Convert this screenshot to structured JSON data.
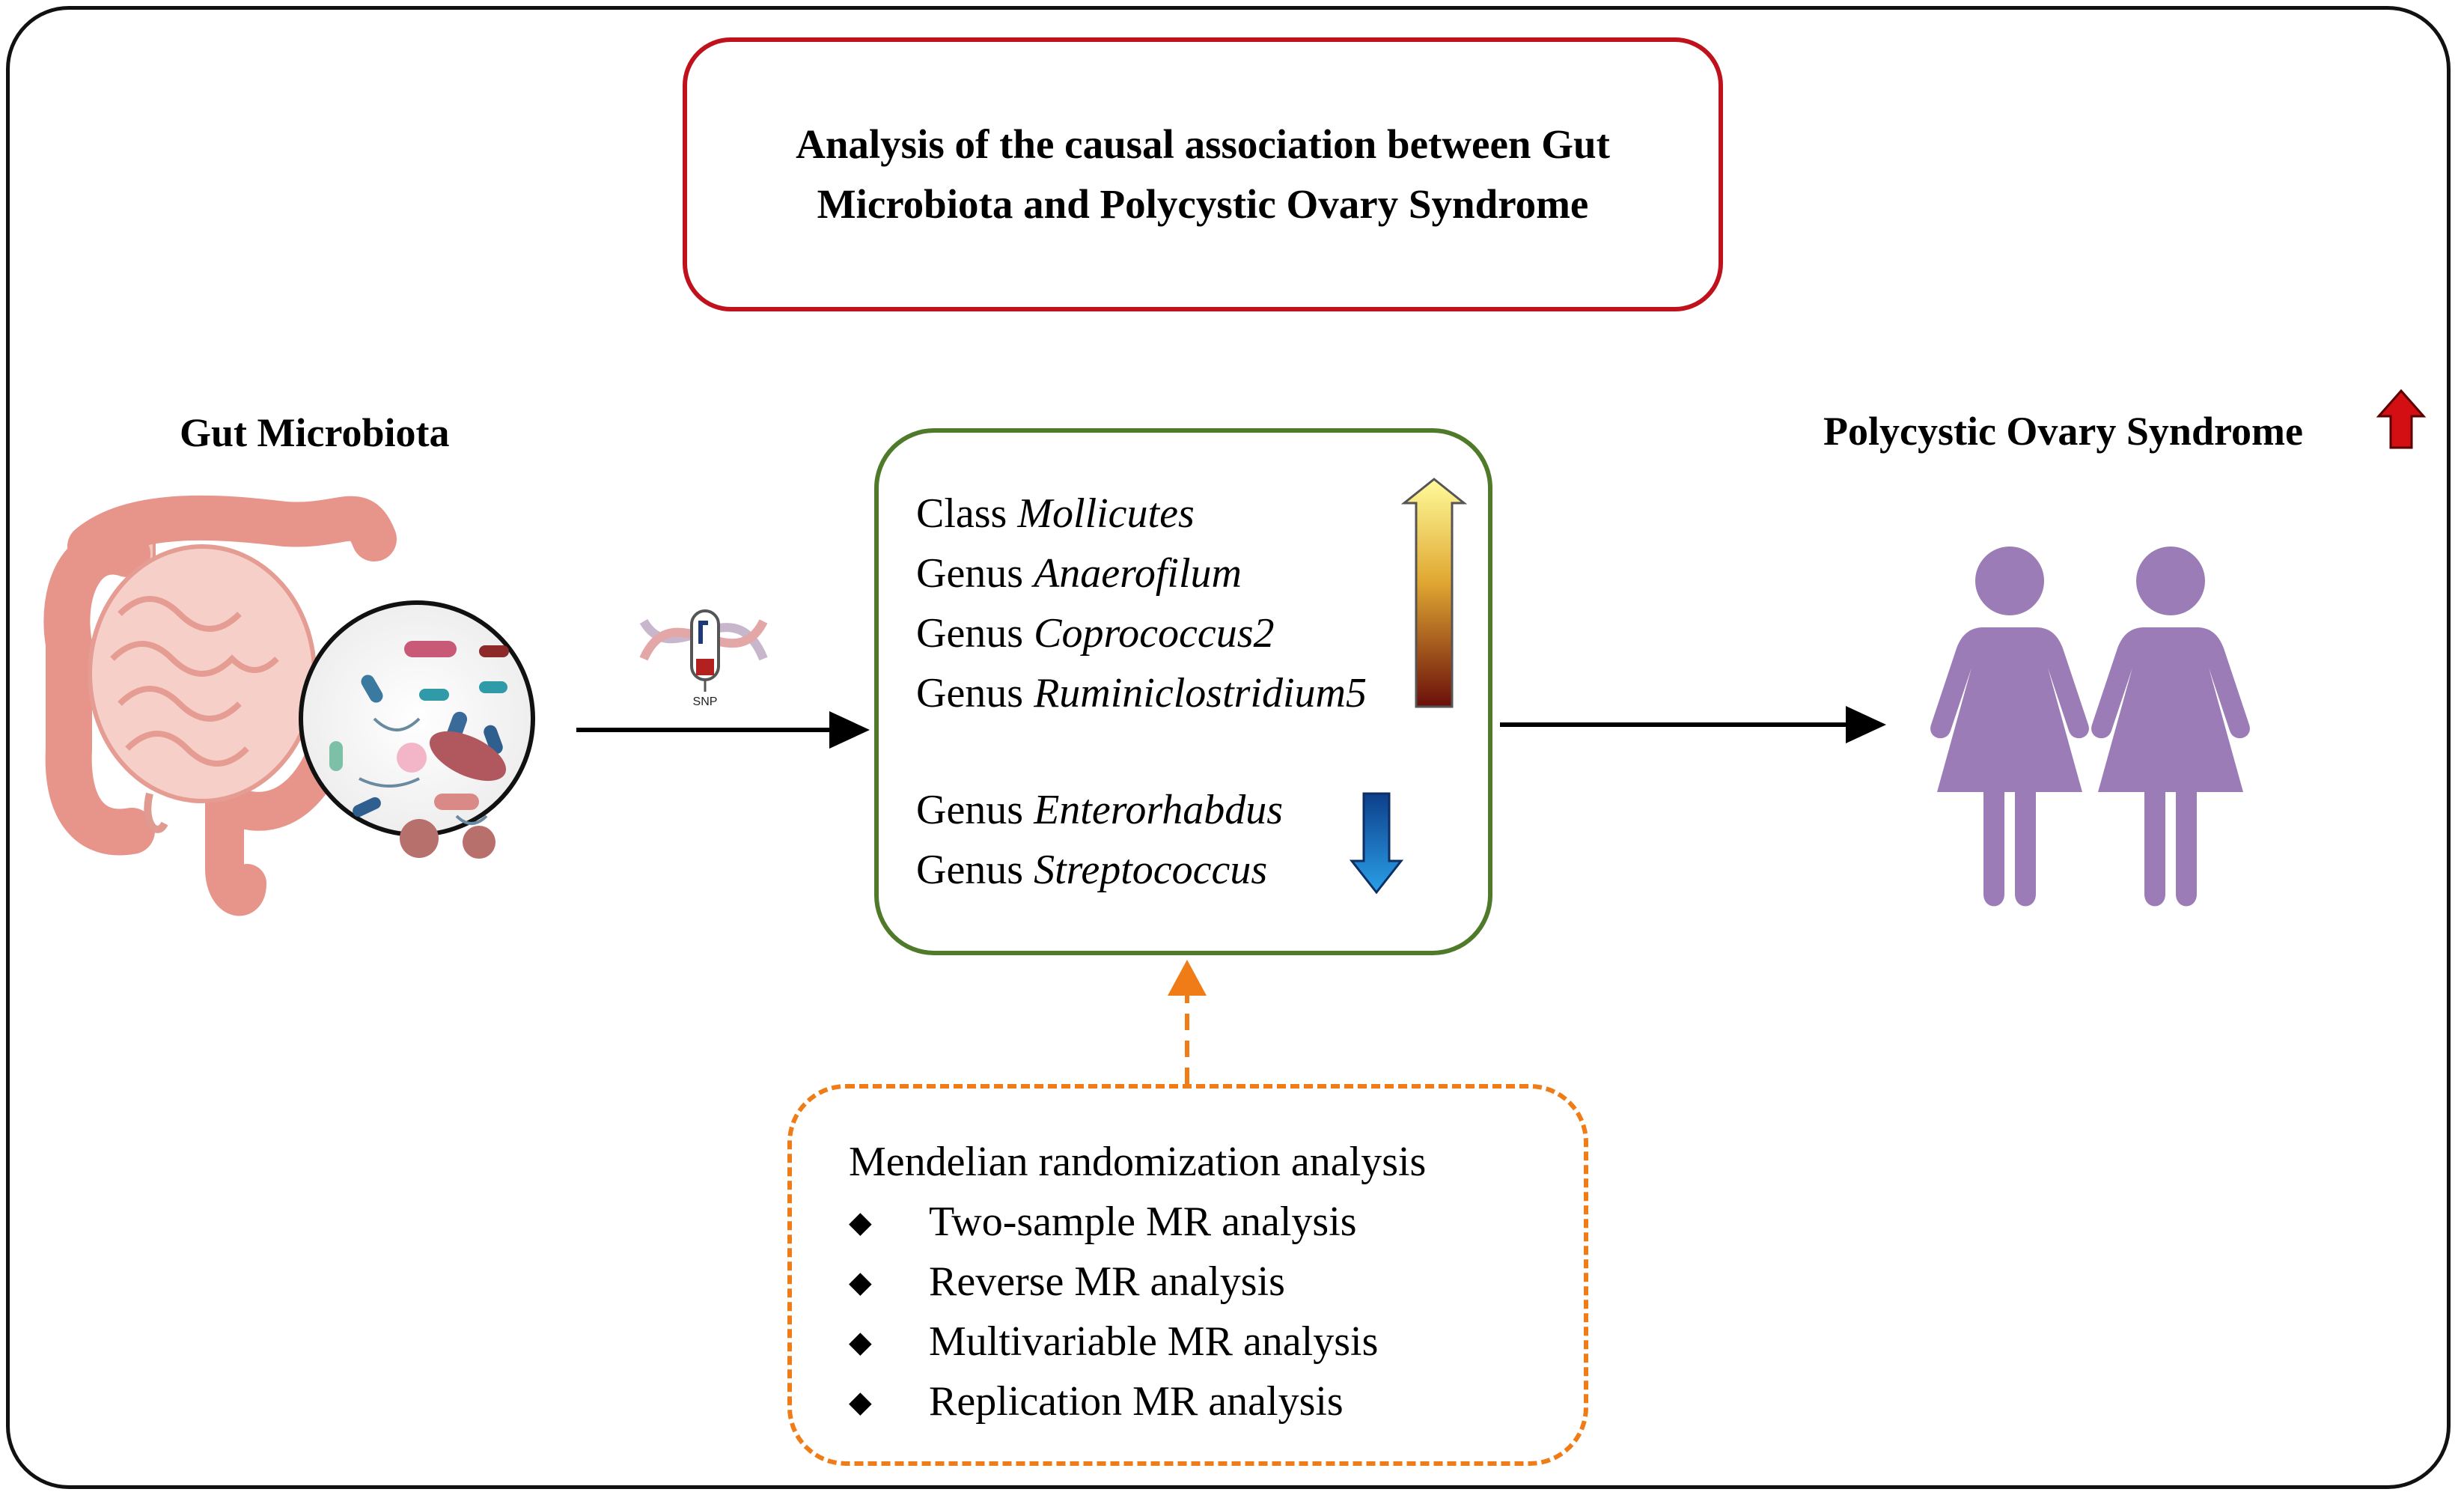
{
  "title": "Analysis of the causal association between Gut Microbiota and Polycystic Ovary Syndrome",
  "exposure_label": "Gut Microbiota",
  "outcome_label": "Polycystic Ovary Syndrome",
  "snp_label": "SNP",
  "increased_taxa": [
    {
      "rank": "Class",
      "name": "Mollicutes"
    },
    {
      "rank": "Genus",
      "name": "Anaerofilum"
    },
    {
      "rank": "Genus",
      "name": "Coprococcus2"
    },
    {
      "rank": "Genus",
      "name": "Ruminiclostridium5"
    }
  ],
  "decreased_taxa": [
    {
      "rank": "Genus",
      "name": "Enterorhabdus"
    },
    {
      "rank": "Genus",
      "name": "Streptococcus"
    }
  ],
  "methods": {
    "title": "Mendelian randomization analysis",
    "items": [
      "Two-sample MR analysis",
      "Reverse MR analysis",
      "Multivariable MR analysis",
      "Replication MR analysis"
    ]
  },
  "colors": {
    "title_border": "#c0121c",
    "taxa_border": "#4f7a2a",
    "methods_border": "#f07c17",
    "figure": "#9b7cb6",
    "increase_arrow": "#d40f14",
    "decrease_arrow": "#1565b5"
  },
  "icons": [
    "intestine-icon",
    "microbe-magnifier-icon",
    "dna-snp-icon",
    "up-gradient-arrow-icon",
    "down-blue-arrow-icon",
    "woman-figure-icon",
    "red-up-arrow-icon"
  ]
}
